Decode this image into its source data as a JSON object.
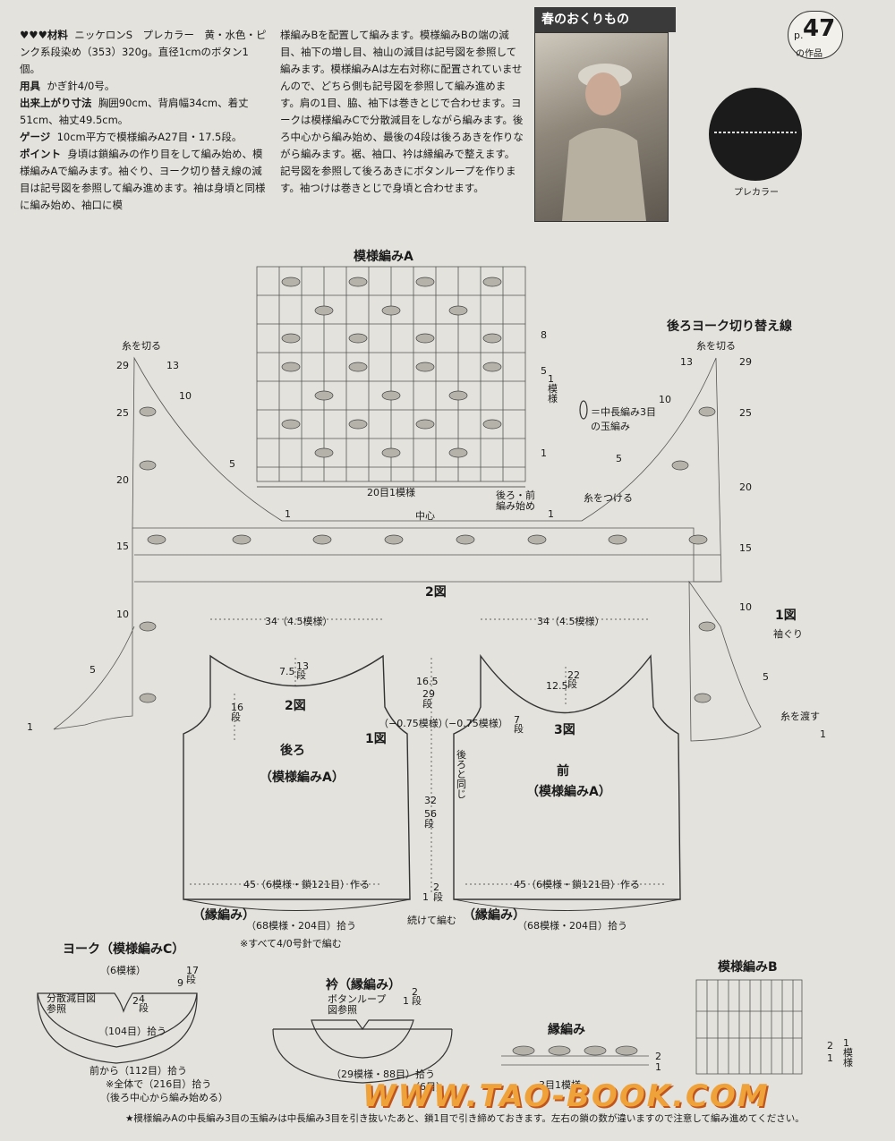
{
  "header": {
    "tab_title": "春のおくりもの",
    "page_prefix": "p.",
    "page_number": "47",
    "page_suffix": "の作品"
  },
  "instructions": {
    "materials_label": "♥♥♥材料",
    "materials": "ニッケロンS　プレカラー　黄・水色・ピンク系段染め（353）320g。直径1cmのボタン1個。",
    "tools_label": "用具",
    "tools": "かぎ針4/0号。",
    "size_label": "出来上がり寸法",
    "size": "胸囲90cm、背肩幅34cm、着丈51cm、袖丈49.5cm。",
    "gauge_label": "ゲージ",
    "gauge": "10cm平方で模様編みA27目・17.5段。",
    "point_label": "ポイント",
    "point": "身頃は鎖編みの作り目をして編み始め、模様編みAで編みます。袖ぐり、ヨーク切り替え線の減目は記号図を参照して編み進めます。袖は身頃と同様に編み始め、袖口に模",
    "column2": "様編みBを配置して編みます。模様編みBの端の減目、袖下の増し目、袖山の減目は記号図を参照して編みます。模様編みAは左右対称に配置されていませんので、どちら側も記号図を参照して編み進めます。肩の1目、脇、袖下は巻きとじで合わせます。ヨークは模様編みCで分散減目をしながら編みます。後ろ中心から編み始め、最後の4段は後ろあきを作りながら編みます。裾、袖口、衿は縁編みで整えます。記号図を参照して後ろあきにボタンループを作ります。袖つけは巻きとじで身頃と合わせます。"
  },
  "swatch_label": "プレカラー",
  "chart_a": {
    "title": "模様編みA",
    "bottom_label": "20目1模様",
    "right_label": "1模様",
    "legend": "＝中長編み3目の玉編み",
    "center": "中心",
    "start": "後ろ・前編み始め",
    "attach": "糸をつける",
    "cut": "糸を切る",
    "fig2": "2図",
    "yoke_line": "後ろヨーク切り替え線",
    "fig1": "1図",
    "armhole": "袖ぐり",
    "pass_yarn": "糸を渡す",
    "rows_left": [
      "29",
      "25",
      "20",
      "15",
      "10",
      "5",
      "1"
    ],
    "rows_inner_left": [
      "13",
      "10",
      "5",
      "1"
    ],
    "rows_right": [
      "29",
      "25",
      "20",
      "15",
      "10",
      "5",
      "1"
    ],
    "rows_inner_right": [
      "13",
      "10",
      "5",
      "1"
    ],
    "rows_top": [
      "8",
      "5",
      "1"
    ]
  },
  "back": {
    "width_top": "34（4.5模様）",
    "neck_depth": "7.5",
    "neck_rows": "13段",
    "fig2": "2図",
    "arm_rows": "16段",
    "title": "後ろ",
    "pattern": "（模様編みA）",
    "fig1": "1図",
    "dec": "（−0.75模様）",
    "bottom": "45（6模様・鎖121目）作る",
    "edge": "（縁編み）",
    "pickup": "（68模様・204目）拾う"
  },
  "middle": {
    "h1": "16.5",
    "r1": "29段",
    "h2": "32",
    "r2": "56段",
    "same": "後ろと同じ",
    "h3": "1",
    "r3": "2段",
    "cont": "続けて編む",
    "note": "※すべて4/0号針で編む"
  },
  "front": {
    "width_top": "34（4.5模様）",
    "neck_depth": "12.5",
    "neck_rows": "22段",
    "arm_rows": "7段",
    "fig3": "3図",
    "dec": "（−0.75模様）",
    "title": "前",
    "pattern": "（模様編みA）",
    "bottom": "45（6模様・鎖121目）作る",
    "edge": "（縁編み）",
    "pickup": "（68模様・204目）拾う"
  },
  "yoke": {
    "title": "ヨーク（模様編みC）",
    "top": "（6模様）",
    "h": "9",
    "r": "17段",
    "dist": "分散減目図参照",
    "d2": "2",
    "r2": "4段",
    "mid": "（104目）拾う",
    "front": "前から（112目）拾う",
    "note1": "※全体で（216目）拾う",
    "note2": "（後ろ中心から編み始める）"
  },
  "collar": {
    "title": "衿（縁編み）",
    "loop": "ボタンループ図参照",
    "h": "1",
    "r": "2段",
    "pickup": "（29模様・88目）拾う",
    "six": "（6目）"
  },
  "edging": {
    "title": "縁編み",
    "rows": [
      "2",
      "1"
    ],
    "bottom": "3目1模様"
  },
  "chart_b": {
    "title": "模様編みB",
    "rows": [
      "2",
      "1"
    ],
    "right": "1模様"
  },
  "footnote": "★模様編みAの中長編み3目の玉編みは中長編み3目を引き抜いたあと、鎖1目で引き締めておきます。左右の鎖の数が違いますので注意して編み進めてください。",
  "watermark": "WWW.TAO-BOOK.COM"
}
